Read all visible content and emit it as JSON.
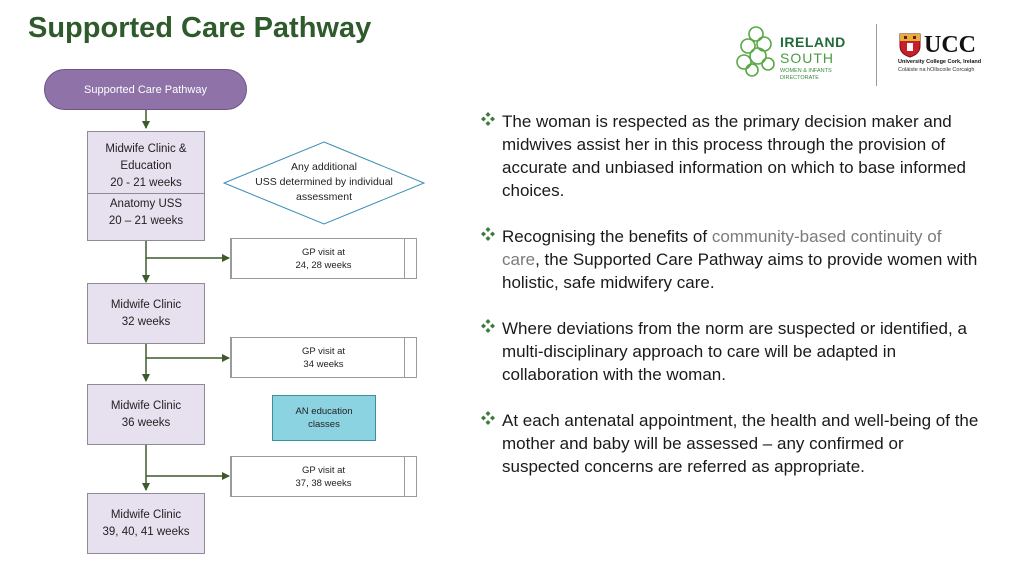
{
  "title": "Supported Care Pathway",
  "logos": {
    "ireland_south": {
      "line1": "IRELAND",
      "line2": "SOUTH",
      "line3": "WOMEN & INFANTS",
      "line4": "DIRECTORATE"
    },
    "ucc": {
      "name": "UCC",
      "line1": "University College Cork, Ireland",
      "line2": "Coláiste na hOllscoile Corcaigh"
    }
  },
  "flow": {
    "start": "Supported Care Pathway",
    "midwife_1": {
      "line1": "Midwife Clinic &",
      "line2": "Education",
      "line3": "20 - 21 weeks"
    },
    "anatomy": {
      "line1": "Anatomy USS",
      "line2": "20 – 21 weeks"
    },
    "decision": {
      "line1": "Any additional",
      "line2": "USS determined by individual",
      "line3": "assessment"
    },
    "gp_1": {
      "line1": "GP visit at",
      "line2": "24, 28 weeks"
    },
    "midwife_2": {
      "line1": "Midwife Clinic",
      "line2": "32 weeks"
    },
    "gp_2": {
      "line1": "GP visit at",
      "line2": "34 weeks"
    },
    "midwife_3": {
      "line1": "Midwife Clinic",
      "line2": "36 weeks"
    },
    "an_education": {
      "line1": "AN education",
      "line2": "classes"
    },
    "gp_3": {
      "line1": "GP visit at",
      "line2": "37, 38 weeks"
    },
    "midwife_4": {
      "line1": "Midwife Clinic",
      "line2": "39, 40, 41 weeks"
    }
  },
  "bullets": [
    {
      "text": "The woman is respected as the primary decision maker and midwives assist her in this process through the provision of accurate and unbiased information on which to base informed choices."
    },
    {
      "before": "Recognising the benefits of ",
      "highlight": "community-based continuity of care",
      "after": ", the Supported Care Pathway aims to provide women with holistic, safe midwifery care."
    },
    {
      "text": "Where deviations from the norm are suspected or identified, a multi-disciplinary approach to care will be adapted in collaboration with the woman."
    },
    {
      "text": "At each antenatal appointment, the health and well-being of the mother and baby will be assessed – any confirmed or suspected concerns are referred as appropriate."
    }
  ],
  "colors": {
    "title": "#2e5a2c",
    "start_pill": "#8e72a8",
    "midwife_box": "#e7e0ef",
    "an_box": "#8bd3e0",
    "bullet_mark": "#3f7a3a",
    "highlight_text": "#7b7b7b",
    "connector": "#3d5a2a"
  },
  "icons": {
    "bullet": "four-diamond-bullet-icon"
  }
}
